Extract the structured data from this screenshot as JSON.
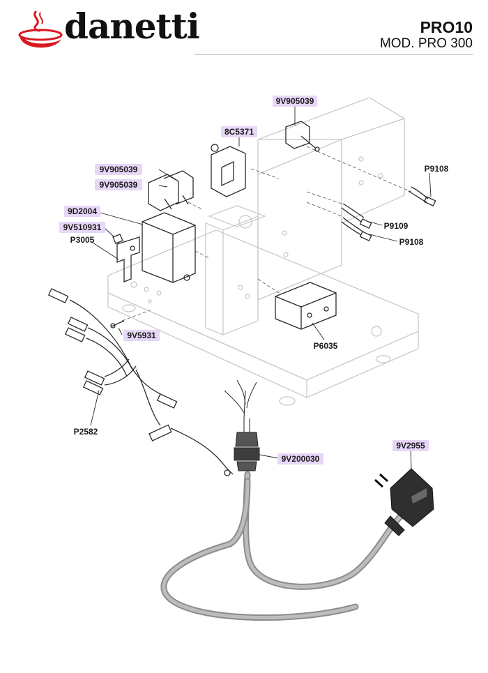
{
  "header": {
    "brand": "danetti",
    "model_title": "PRO10",
    "model_subtitle": "MOD. PRO 300"
  },
  "colors": {
    "brand_red": "#d7181f",
    "label_highlight": "#e6d6f7",
    "frame_line": "#c4c4c4"
  },
  "labels": {
    "switch_top": "9V905039",
    "pressostat": "8C5371",
    "switch_left_a": "9V905039",
    "switch_left_b": "9V905039",
    "solenoid": "9D2004",
    "screw_small": "9V510931",
    "bracket": "P3005",
    "screw": "9V5931",
    "harness": "P2582",
    "lamp_a": "P9108",
    "lamp_b": "P9109",
    "lamp_c": "P9108",
    "display": "P6035",
    "cable_gland": "9V200030",
    "plug": "9V2955"
  }
}
